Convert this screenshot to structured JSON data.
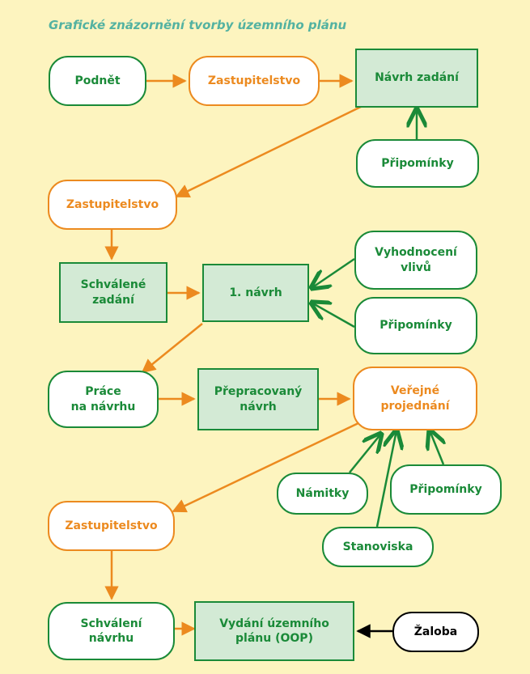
{
  "title": "Grafické znázornění tvorby územního plánu",
  "colors": {
    "background": "#fdf4bf",
    "green": "#1a8a38",
    "orange": "#ec8a1f",
    "box_fill": "#d3ead5",
    "title": "#53b2a1"
  },
  "nodes": {
    "podnet": "Podnět",
    "zastupitelstvo_1": "Zastupitelstvo",
    "navrh_zadani": "Návrh zadání",
    "pripominky_1": "Připomínky",
    "zastupitelstvo_2": "Zastupitelstvo",
    "schvalene_zadani": "Schválené\nzadání",
    "navrh_1": "1. návrh",
    "vyhodnoceni_vlivu": "Vyhodnocení\nvlivů",
    "pripominky_2": "Připomínky",
    "prace_na_navrhu": "Práce\nna návrhu",
    "prepracovany_navrh": "Přepracovaný\nnávrh",
    "verejne_projednani": "Veřejné\nprojednání",
    "namitky": "Námitky",
    "pripominky_3": "Připomínky",
    "stanoviska": "Stanoviska",
    "zastupitelstvo_3": "Zastupitelstvo",
    "schvaleni_navrhu": "Schválení\nnávrhu",
    "vydani_uzemniho_planu": "Vydání územního\nplánu (OOP)",
    "zaloba": "Žaloba"
  }
}
